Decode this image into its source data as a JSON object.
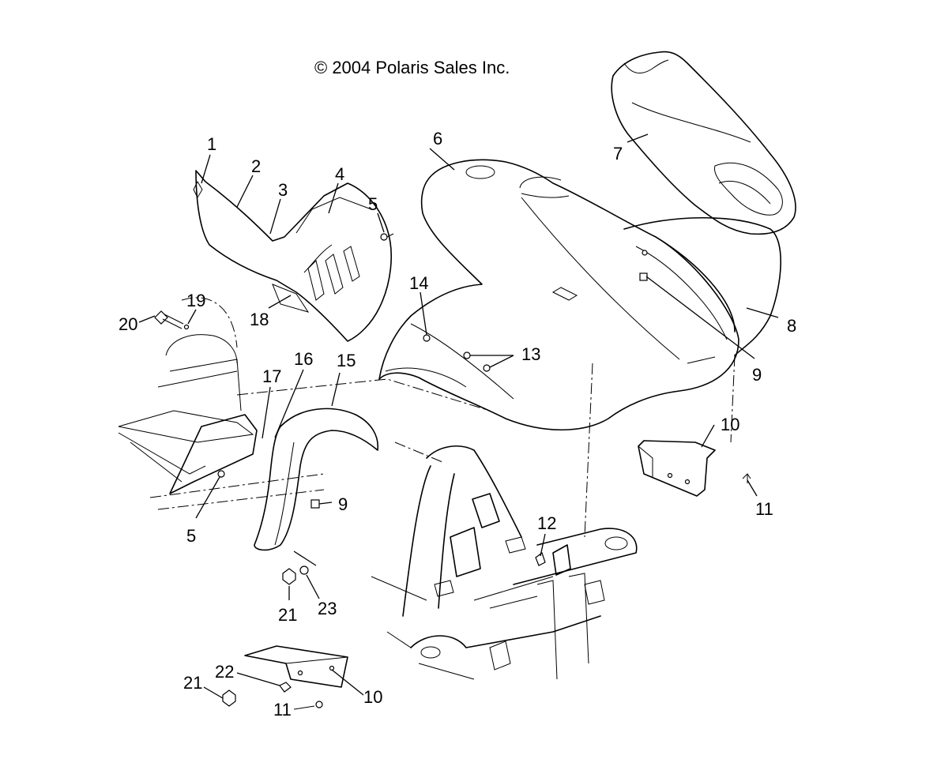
{
  "copyright": "© 2004 Polaris Sales Inc.",
  "callouts": {
    "c1": "1",
    "c2": "2",
    "c3": "3",
    "c4": "4",
    "c5a": "5",
    "c5b": "5",
    "c6": "6",
    "c7": "7",
    "c8": "8",
    "c9a": "9",
    "c9b": "9",
    "c10a": "10",
    "c10b": "10",
    "c11a": "11",
    "c11b": "11",
    "c12": "12",
    "c13": "13",
    "c14": "14",
    "c15": "15",
    "c16": "16",
    "c17": "17",
    "c18": "18",
    "c19": "19",
    "c20": "20",
    "c21a": "21",
    "c21b": "21",
    "c22": "22",
    "c23": "23"
  }
}
